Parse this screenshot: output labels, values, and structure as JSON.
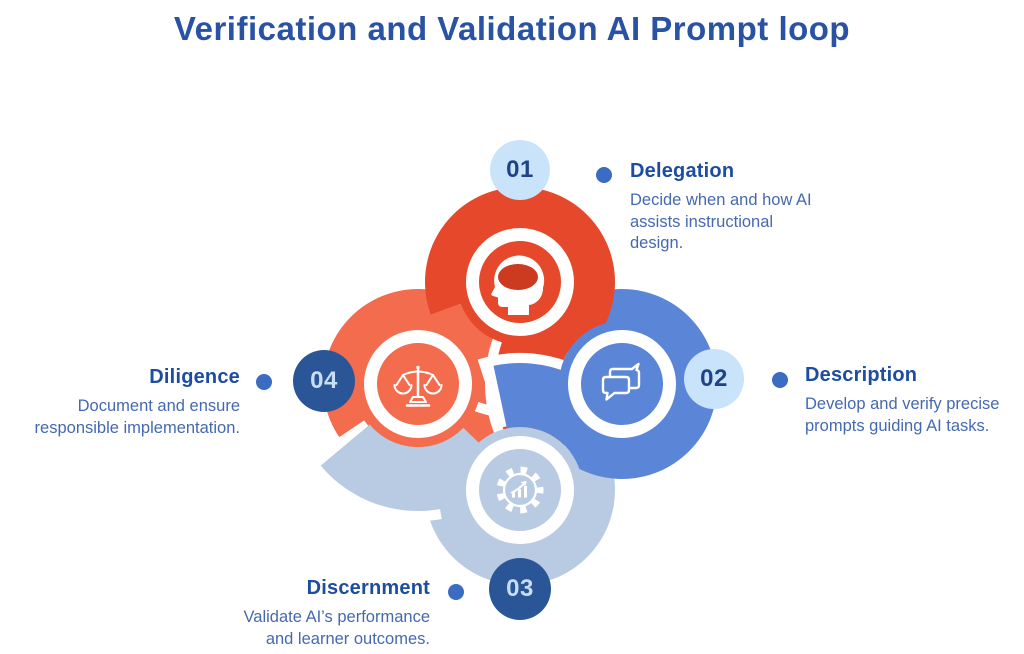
{
  "title": "Verification and Validation AI Prompt loop",
  "diagram_type": "four-step pinwheel loop",
  "steps": [
    {
      "number": "01",
      "name": "Delegation",
      "lines": [
        "Decide when and how AI",
        "assists instructional",
        "design."
      ],
      "icon": "head-brain-icon",
      "circle_color": "#E5482B",
      "badge_style": "light"
    },
    {
      "number": "02",
      "name": "Description",
      "lines": [
        "Develop and verify precise",
        "prompts guiding AI tasks."
      ],
      "icon": "chat-bubbles-icon",
      "circle_color": "#5B86D8",
      "badge_style": "light"
    },
    {
      "number": "03",
      "name": "Discernment",
      "lines": [
        "Validate AI’s performance",
        "and learner outcomes."
      ],
      "icon": "gear-chart-icon",
      "circle_color": "#B9CBE3",
      "badge_style": "dark"
    },
    {
      "number": "04",
      "name": "Diligence",
      "lines": [
        "Document and ensure",
        "responsible implementation."
      ],
      "icon": "balance-scales-icon",
      "circle_color": "#F36C4E",
      "badge_style": "dark"
    }
  ],
  "colors": {
    "title": "#2A52A4",
    "heading": "#1C4DA0",
    "body": "#4569B0",
    "bullet": "#3A6CC1",
    "badge_light_bg": "#C9E3FB",
    "badge_light_text": "#1F4388",
    "badge_dark_bg": "#2A5697",
    "badge_dark_text": "#C7DEF5",
    "red": "#E5482B",
    "red_dark": "#CC3A20",
    "blue": "#5B86D8",
    "light_blue": "#B9CBE3",
    "orange": "#F36C4E",
    "background": "#FFFFFF"
  }
}
